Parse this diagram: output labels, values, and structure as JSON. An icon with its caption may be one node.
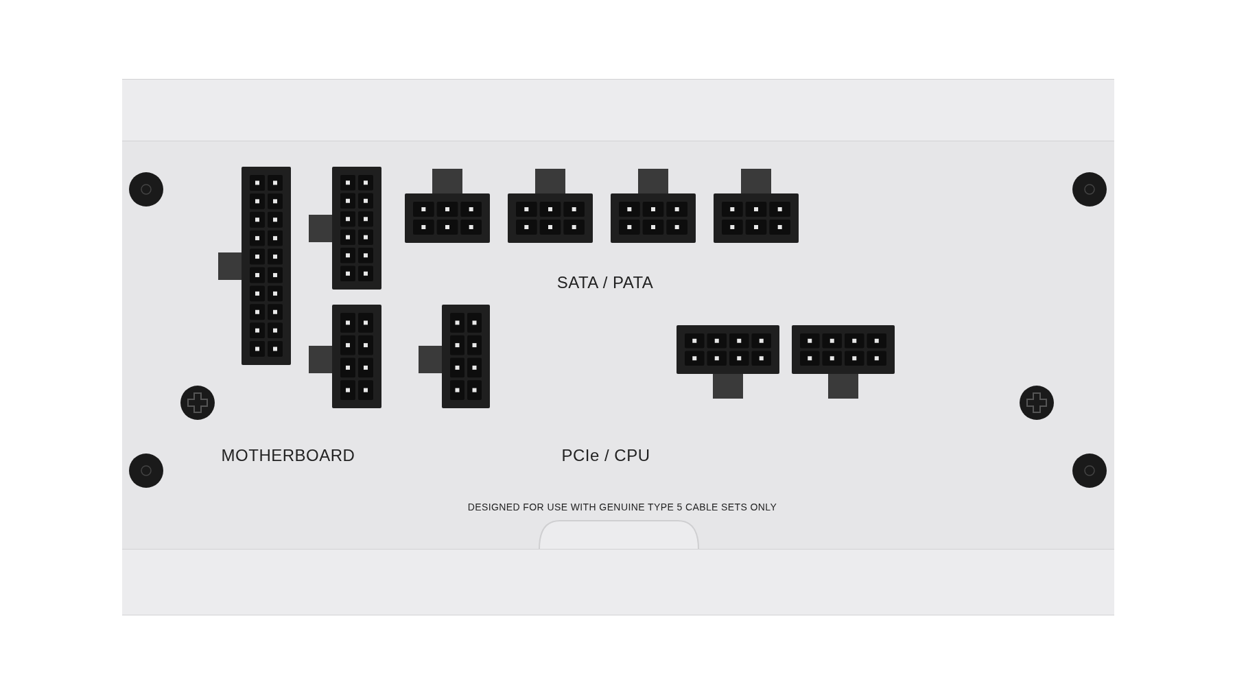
{
  "diagram": {
    "labels": [
      "SATA / PATA",
      "MOTHERBOARD",
      "PCIe / CPU",
      "DESIGNED FOR USE WITH GENUINE TYPE 5 CABLE SETS ONLY"
    ]
  }
}
